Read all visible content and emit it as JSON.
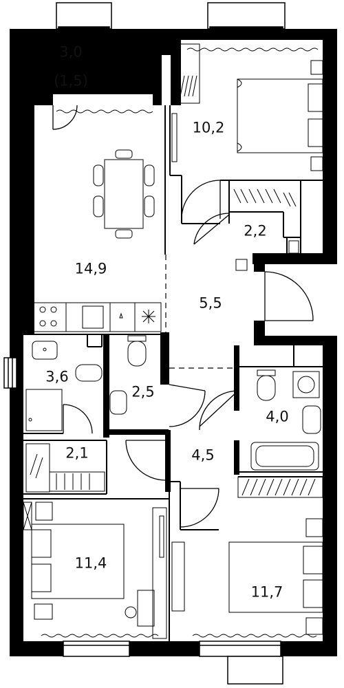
{
  "rooms": [
    {
      "id": "balcony",
      "area": "3,0",
      "sub": "(1,5)"
    },
    {
      "id": "bedroom-top",
      "area": "10,2"
    },
    {
      "id": "closet-top",
      "area": "2,2"
    },
    {
      "id": "living-kitchen",
      "area": "14,9"
    },
    {
      "id": "hall-top",
      "area": "5,5"
    },
    {
      "id": "bath-left",
      "area": "3,6"
    },
    {
      "id": "wc",
      "area": "2,5"
    },
    {
      "id": "bath-right",
      "area": "4,0"
    },
    {
      "id": "closet-left",
      "area": "2,1"
    },
    {
      "id": "hall-bottom",
      "area": "4,5"
    },
    {
      "id": "bedroom-bl",
      "area": "11,4"
    },
    {
      "id": "bedroom-br",
      "area": "11,7"
    }
  ]
}
